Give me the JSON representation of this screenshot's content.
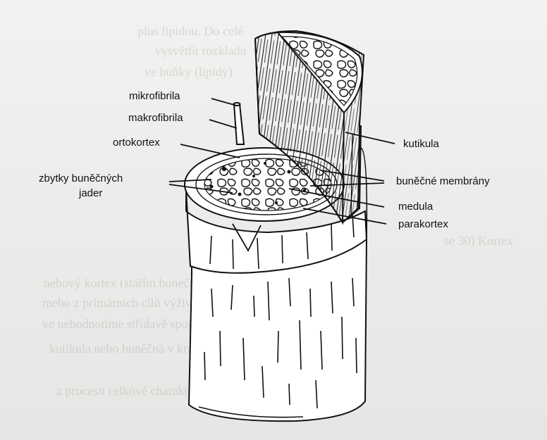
{
  "diagram": {
    "labels": {
      "mikrofibrila": "mikrofibrila",
      "makrofibrila": "makrofibrila",
      "ortokortex": "ortokortex",
      "zbytky_line1": "zbytky buněčných",
      "zbytky_line2": "jader",
      "kutikula": "kutikula",
      "bunecne_membrany": "buněčné membrány",
      "medula": "medula",
      "parakortex": "parakortex"
    }
  },
  "background_text": {
    "line1": "plus lipidou. Do celé",
    "line2": "vysvětlit rozkladu",
    "line3": "ve buňky (lipidy)",
    "line4": "se 30) Kortex",
    "line5": "nebový kortex (stářím bunečné buňky)",
    "line6": "mebo z primárních cílů výživy z uzavřených střídání kertin",
    "line7": "ve nehodnotíme střídavě spojů tedy tvarová se dvě buněk",
    "line8": "kutikula nebo buněčná v krátkosti tělu z pomocí tento oproti",
    "line9": "z procesu celkově charakteristické po strukturách"
  },
  "colors": {
    "ink": "#111111",
    "paper": "#eeeeec",
    "bleed": "#9d9d9a"
  }
}
